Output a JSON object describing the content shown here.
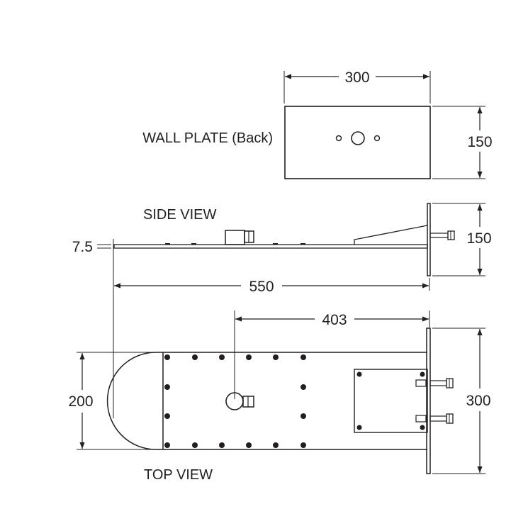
{
  "labels": {
    "wall_plate": "WALL PLATE (Back)",
    "side_view": "SIDE VIEW",
    "top_view": "TOP VIEW"
  },
  "dimensions": {
    "wall_plate_width": "300",
    "wall_plate_height": "150",
    "side_height": "150",
    "thickness": "7.5",
    "overall_length": "550",
    "pivot_offset": "403",
    "top_width": "200",
    "top_plate_height": "300"
  },
  "colors": {
    "line": "#231f20",
    "background": "#ffffff"
  }
}
